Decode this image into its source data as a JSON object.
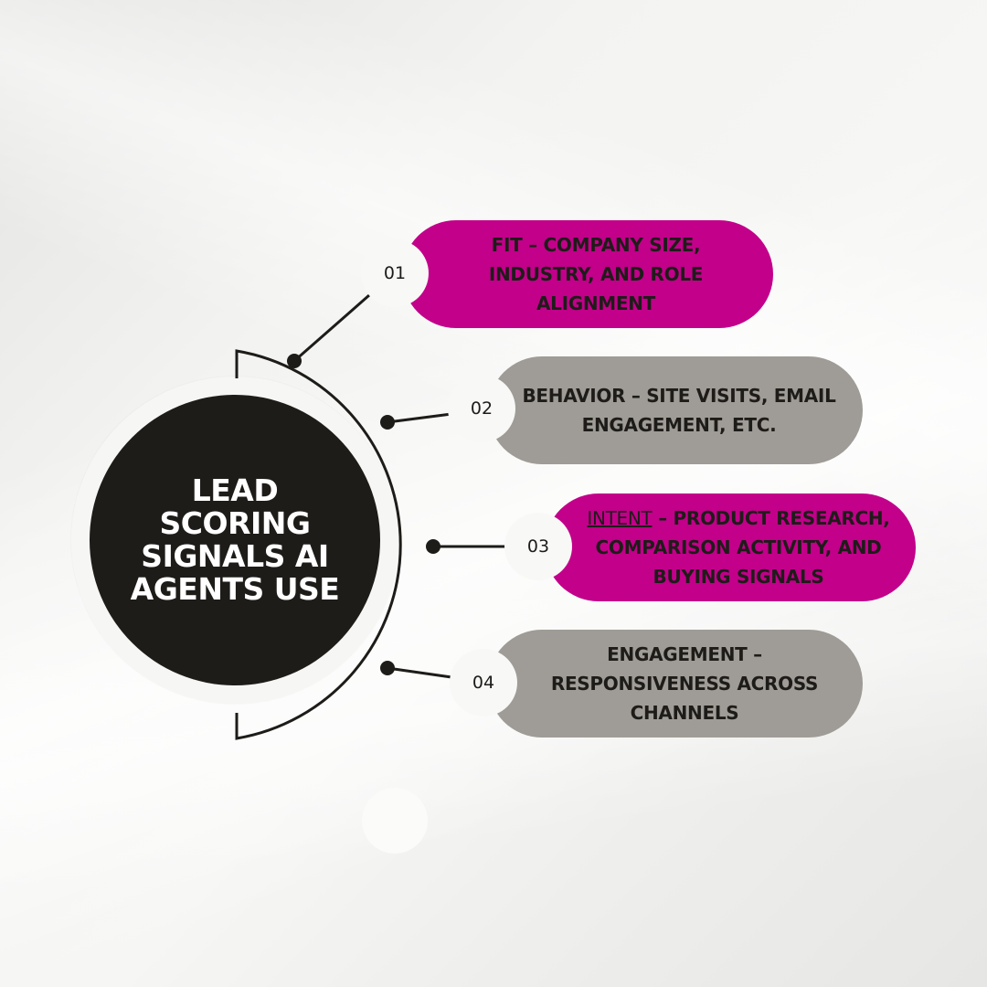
{
  "title": "LEAD SCORING SIGNALS AI AGENTS USE",
  "colors": {
    "magenta": "#c2008a",
    "gray": "#9f9c97",
    "dark": "#1e1c19",
    "background": "#f3f3f1"
  },
  "items": [
    {
      "number": "01",
      "text": "FIT – COMPANY SIZE, INDUSTRY, AND ROLE ALIGNMENT",
      "color": "magenta"
    },
    {
      "number": "02",
      "text": "BEHAVIOR – SITE VISITS, EMAIL ENGAGEMENT, ETC.",
      "color": "gray"
    },
    {
      "number": "03",
      "term": "INTENT",
      "text": " – PRODUCT RESEARCH, COMPARISON ACTIVITY, AND BUYING SIGNALS",
      "color": "magenta"
    },
    {
      "number": "04",
      "text": "ENGAGEMENT – RESPONSIVENESS ACROSS CHANNELS",
      "color": "gray"
    }
  ]
}
